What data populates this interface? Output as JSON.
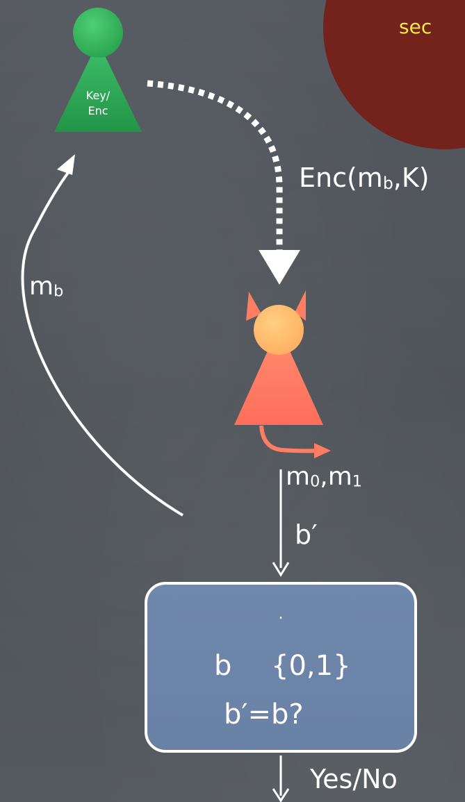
{
  "corner_caption": "sec",
  "key_enc_node": {
    "line1": "Key/",
    "line2": "Enc"
  },
  "arrow_labels": {
    "ciphertext_main": "Enc(m",
    "ciphertext_sub": "b",
    "ciphertext_tail": ",K)",
    "message_main": "m",
    "message_sub": "b",
    "pair_m0": "m",
    "pair_m0_sub": "0",
    "pair_comma": ",m",
    "pair_m1_sub": "1",
    "guess": "b′",
    "output": "Yes/No"
  },
  "challenger_box": {
    "dot": ".",
    "line1_b": "b",
    "line1_set": "{0,1}",
    "line2": "b′=b?"
  },
  "colors": {
    "background": "#4f5459",
    "corner_circle": "#74221c",
    "caption": "#f3ea4a",
    "key_enc_node": "#2c9c4d",
    "adversary_body": "#ff7d63",
    "adversary_head": "#ffc06e",
    "challenger_box": "#6f86ab"
  }
}
